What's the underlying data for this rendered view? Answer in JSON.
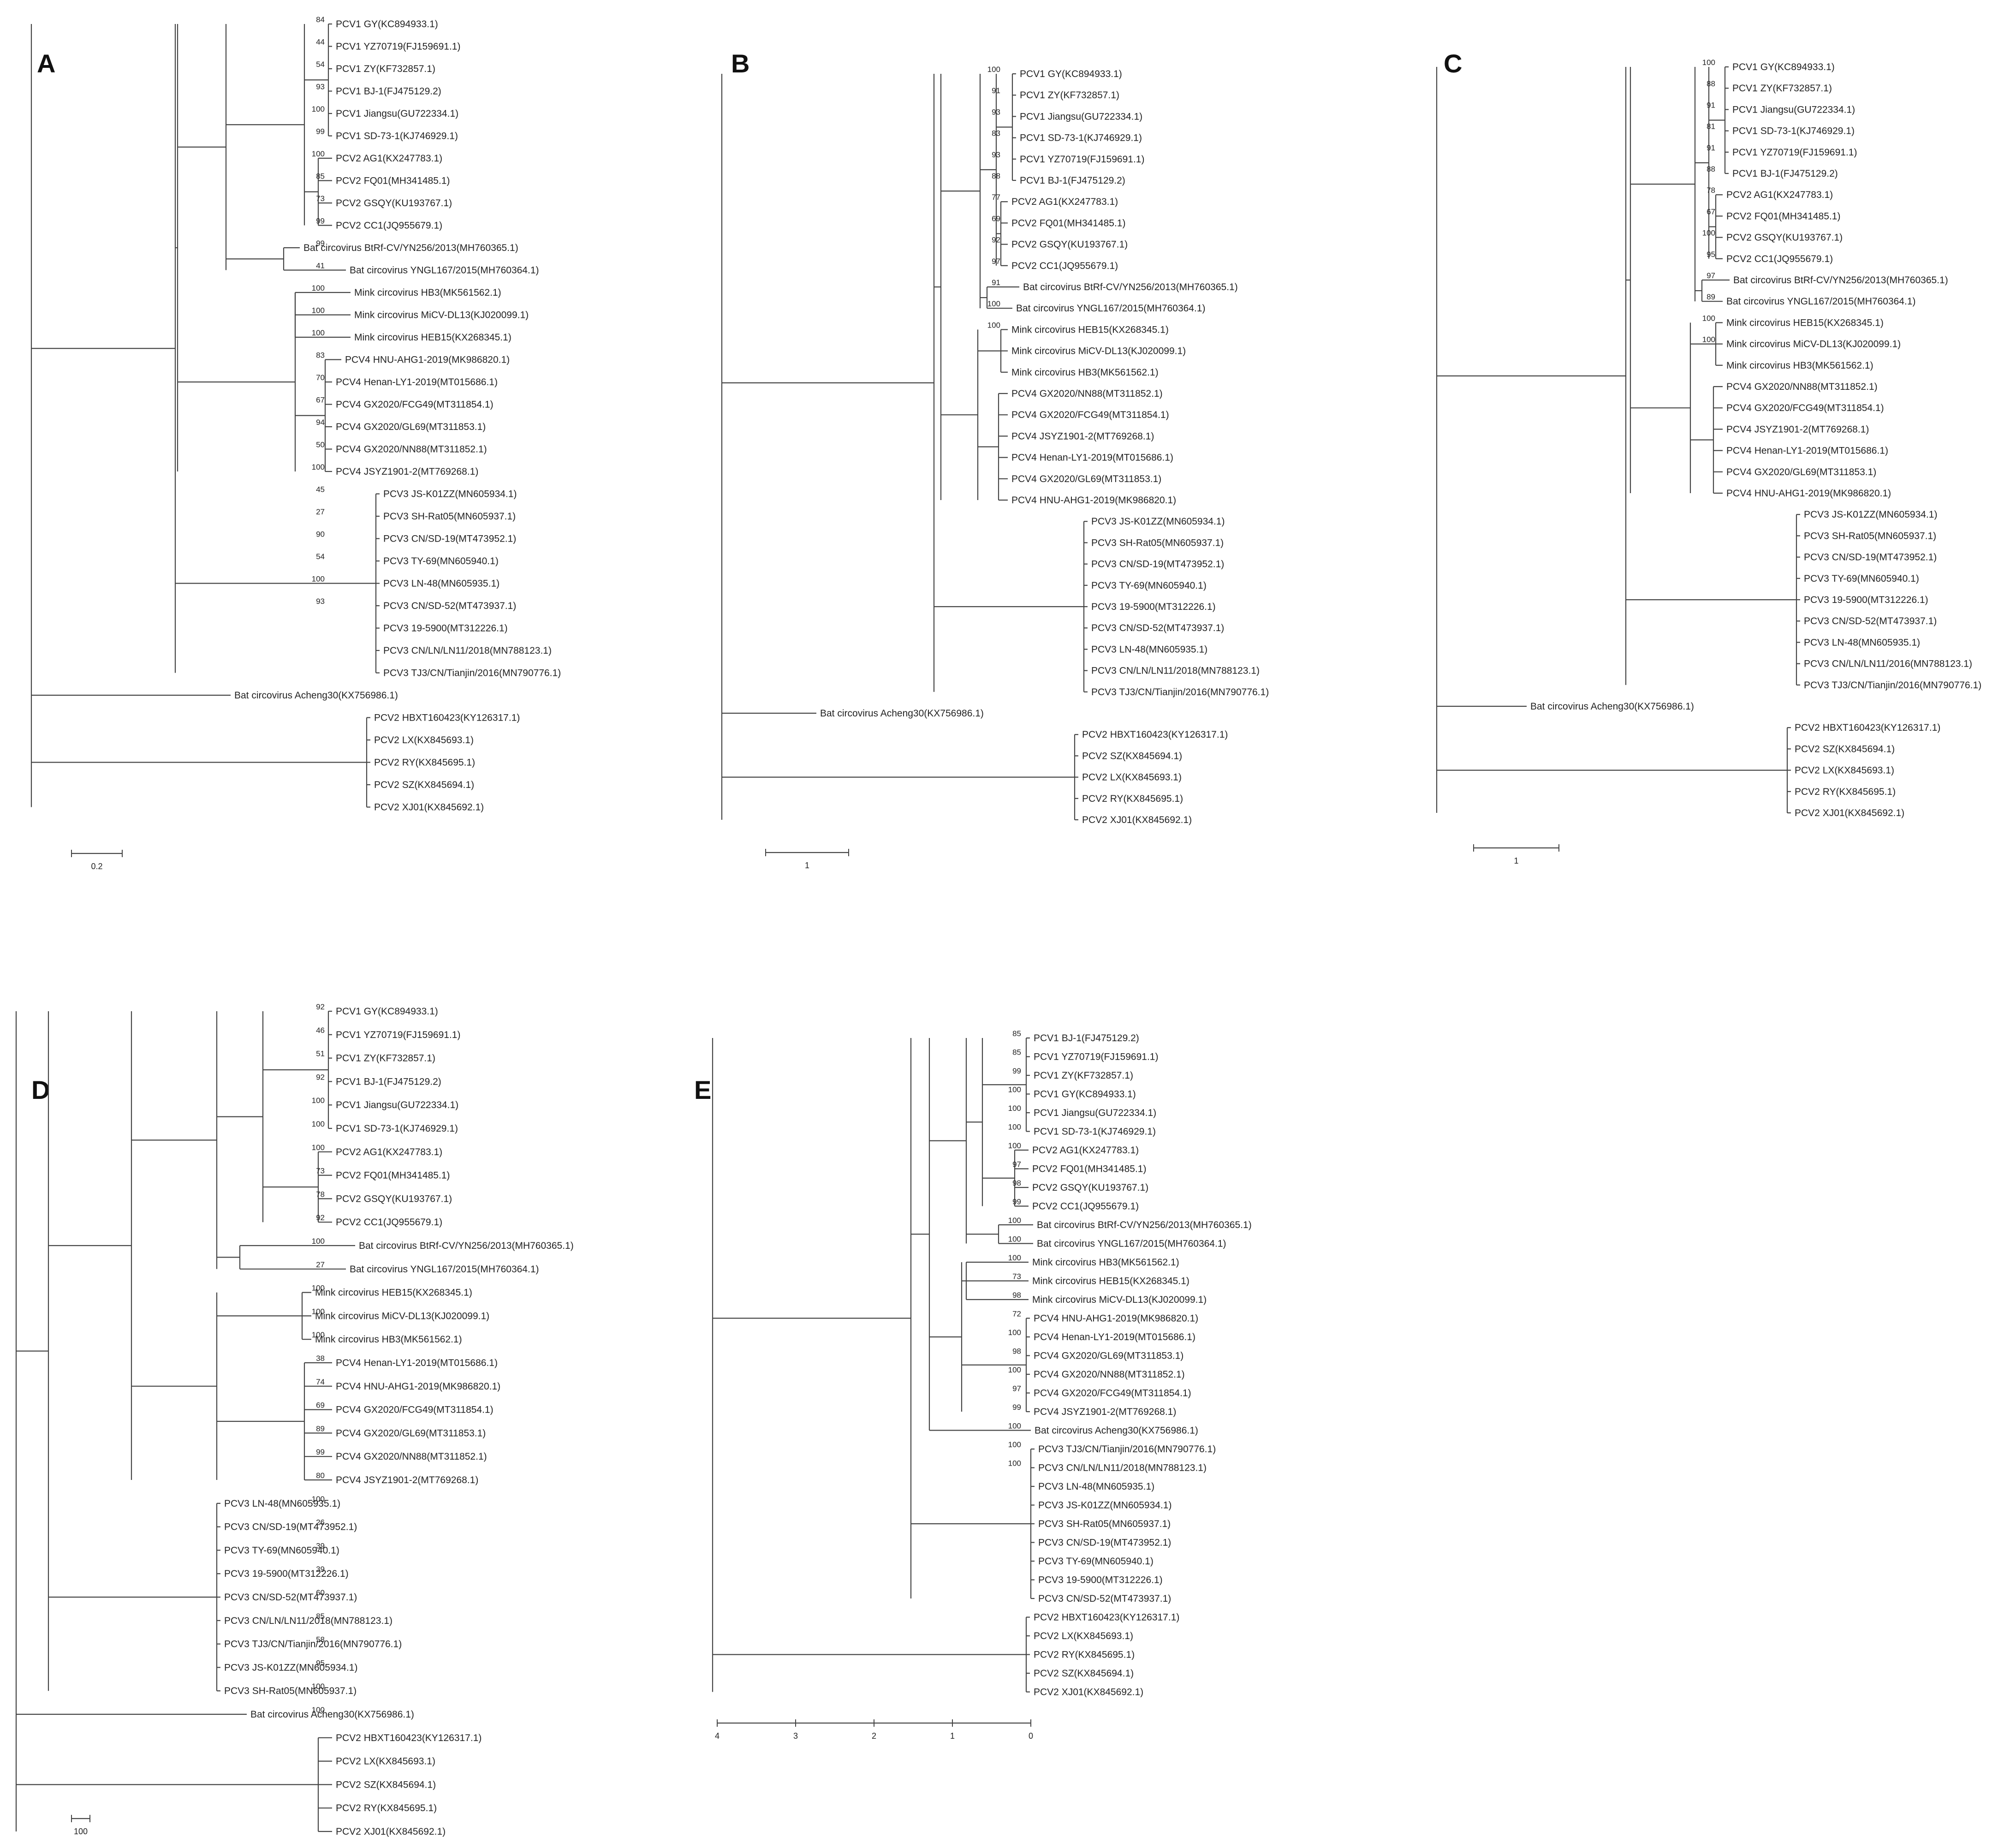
{
  "colors": {
    "branch": "#444444",
    "text": "#222222",
    "background": "#ffffff"
  },
  "panels": [
    {
      "label": "A",
      "scale": {
        "label": "0.2"
      },
      "leaves": [
        "PCV1 GY(KC894933.1)",
        "PCV1 YZ70719(FJ159691.1)",
        "PCV1 ZY(KF732857.1)",
        "PCV1 BJ-1(FJ475129.2)",
        "PCV1 Jiangsu(GU722334.1)",
        "PCV1 SD-73-1(KJ746929.1)",
        "PCV2 AG1(KX247783.1)",
        "PCV2 FQ01(MH341485.1)",
        "PCV2 GSQY(KU193767.1)",
        "PCV2 CC1(JQ955679.1)",
        "Bat circovirus BtRf-CV/YN256/2013(MH760365.1)",
        "Bat circovirus YNGL167/2015(MH760364.1)",
        "Mink circovirus HB3(MK561562.1)",
        "Mink circovirus MiCV-DL13(KJ020099.1)",
        "Mink circovirus HEB15(KX268345.1)",
        "PCV4 HNU-AHG1-2019(MK986820.1)",
        "PCV4 Henan-LY1-2019(MT015686.1)",
        "PCV4 GX2020/FCG49(MT311854.1)",
        "PCV4 GX2020/GL69(MT311853.1)",
        "PCV4 GX2020/NN88(MT311852.1)",
        "PCV4 JSYZ1901-2(MT769268.1)",
        "PCV3 JS-K01ZZ(MN605934.1)",
        "PCV3 SH-Rat05(MN605937.1)",
        "PCV3 CN/SD-19(MT473952.1)",
        "PCV3 TY-69(MN605940.1)",
        "PCV3 LN-48(MN605935.1)",
        "PCV3 CN/SD-52(MT473937.1)",
        "PCV3 19-5900(MT312226.1)",
        "PCV3 CN/LN/LN11/2018(MN788123.1)",
        "PCV3 TJ3/CN/Tianjin/2016(MN790776.1)",
        "Bat circovirus Acheng30(KX756986.1)",
        "PCV2 HBXT160423(KY126317.1)",
        "PCV2 LX(KX845693.1)",
        "PCV2 RY(KX845695.1)",
        "PCV2 SZ(KX845694.1)",
        "PCV2 XJ01(KX845692.1)"
      ],
      "bootstraps": [
        "84",
        "44",
        "54",
        "93",
        "100",
        "99",
        "100",
        "85",
        "73",
        "99",
        "99",
        "41",
        "100",
        "100",
        "100",
        "83",
        "70",
        "67",
        "94",
        "50",
        "100",
        "45",
        "27",
        "90",
        "54",
        "100",
        "93"
      ]
    },
    {
      "label": "B",
      "scale": {
        "label": "1"
      },
      "leaves": [
        "PCV1 GY(KC894933.1)",
        "PCV1 ZY(KF732857.1)",
        "PCV1 Jiangsu(GU722334.1)",
        "PCV1 SD-73-1(KJ746929.1)",
        "PCV1 YZ70719(FJ159691.1)",
        "PCV1 BJ-1(FJ475129.2)",
        "PCV2 AG1(KX247783.1)",
        "PCV2 FQ01(MH341485.1)",
        "PCV2 GSQY(KU193767.1)",
        "PCV2 CC1(JQ955679.1)",
        "Bat circovirus BtRf-CV/YN256/2013(MH760365.1)",
        "Bat circovirus YNGL167/2015(MH760364.1)",
        "Mink circovirus HEB15(KX268345.1)",
        "Mink circovirus MiCV-DL13(KJ020099.1)",
        "Mink circovirus HB3(MK561562.1)",
        "PCV4 GX2020/NN88(MT311852.1)",
        "PCV4 GX2020/FCG49(MT311854.1)",
        "PCV4 JSYZ1901-2(MT769268.1)",
        "PCV4 Henan-LY1-2019(MT015686.1)",
        "PCV4 GX2020/GL69(MT311853.1)",
        "PCV4 HNU-AHG1-2019(MK986820.1)",
        "PCV3 JS-K01ZZ(MN605934.1)",
        "PCV3 SH-Rat05(MN605937.1)",
        "PCV3 CN/SD-19(MT473952.1)",
        "PCV3 TY-69(MN605940.1)",
        "PCV3 19-5900(MT312226.1)",
        "PCV3 CN/SD-52(MT473937.1)",
        "PCV3 LN-48(MN605935.1)",
        "PCV3 CN/LN/LN11/2018(MN788123.1)",
        "PCV3 TJ3/CN/Tianjin/2016(MN790776.1)",
        "Bat circovirus Acheng30(KX756986.1)",
        "PCV2 HBXT160423(KY126317.1)",
        "PCV2 SZ(KX845694.1)",
        "PCV2 LX(KX845693.1)",
        "PCV2 RY(KX845695.1)",
        "PCV2 XJ01(KX845692.1)"
      ],
      "bootstraps": [
        "100",
        "91",
        "93",
        "83",
        "93",
        "88",
        "77",
        "69",
        "92",
        "97",
        "91",
        "100",
        "100"
      ]
    },
    {
      "label": "C",
      "scale": {
        "label": "1"
      },
      "leaves": [
        "PCV1 GY(KC894933.1)",
        "PCV1 ZY(KF732857.1)",
        "PCV1 Jiangsu(GU722334.1)",
        "PCV1 SD-73-1(KJ746929.1)",
        "PCV1 YZ70719(FJ159691.1)",
        "PCV1 BJ-1(FJ475129.2)",
        "PCV2 AG1(KX247783.1)",
        "PCV2 FQ01(MH341485.1)",
        "PCV2 GSQY(KU193767.1)",
        "PCV2 CC1(JQ955679.1)",
        "Bat circovirus BtRf-CV/YN256/2013(MH760365.1)",
        "Bat circovirus YNGL167/2015(MH760364.1)",
        "Mink circovirus HEB15(KX268345.1)",
        "Mink circovirus MiCV-DL13(KJ020099.1)",
        "Mink circovirus HB3(MK561562.1)",
        "PCV4 GX2020/NN88(MT311852.1)",
        "PCV4 GX2020/FCG49(MT311854.1)",
        "PCV4 JSYZ1901-2(MT769268.1)",
        "PCV4 Henan-LY1-2019(MT015686.1)",
        "PCV4 GX2020/GL69(MT311853.1)",
        "PCV4 HNU-AHG1-2019(MK986820.1)",
        "PCV3 JS-K01ZZ(MN605934.1)",
        "PCV3 SH-Rat05(MN605937.1)",
        "PCV3 CN/SD-19(MT473952.1)",
        "PCV3 TY-69(MN605940.1)",
        "PCV3 19-5900(MT312226.1)",
        "PCV3 CN/SD-52(MT473937.1)",
        "PCV3 LN-48(MN605935.1)",
        "PCV3 CN/LN/LN11/2016(MN788123.1)",
        "PCV3 TJ3/CN/Tianjin/2016(MN790776.1)",
        "Bat circovirus Acheng30(KX756986.1)",
        "PCV2 HBXT160423(KY126317.1)",
        "PCV2 SZ(KX845694.1)",
        "PCV2 LX(KX845693.1)",
        "PCV2 RY(KX845695.1)",
        "PCV2 XJ01(KX845692.1)"
      ],
      "bootstraps": [
        "100",
        "88",
        "91",
        "81",
        "91",
        "88",
        "78",
        "67",
        "100",
        "95",
        "97",
        "89",
        "100",
        "100"
      ]
    },
    {
      "label": "D",
      "scale": {
        "label": "100"
      },
      "leaves": [
        "PCV1 GY(KC894933.1)",
        "PCV1 YZ70719(FJ159691.1)",
        "PCV1 ZY(KF732857.1)",
        "PCV1 BJ-1(FJ475129.2)",
        "PCV1 Jiangsu(GU722334.1)",
        "PCV1 SD-73-1(KJ746929.1)",
        "PCV2 AG1(KX247783.1)",
        "PCV2 FQ01(MH341485.1)",
        "PCV2 GSQY(KU193767.1)",
        "PCV2 CC1(JQ955679.1)",
        "Bat circovirus BtRf-CV/YN256/2013(MH760365.1)",
        "Bat circovirus YNGL167/2015(MH760364.1)",
        "Mink circovirus HEB15(KX268345.1)",
        "Mink circovirus MiCV-DL13(KJ020099.1)",
        "Mink circovirus HB3(MK561562.1)",
        "PCV4 Henan-LY1-2019(MT015686.1)",
        "PCV4 HNU-AHG1-2019(MK986820.1)",
        "PCV4 GX2020/FCG49(MT311854.1)",
        "PCV4 GX2020/GL69(MT311853.1)",
        "PCV4 GX2020/NN88(MT311852.1)",
        "PCV4 JSYZ1901-2(MT769268.1)",
        "PCV3 LN-48(MN605935.1)",
        "PCV3 CN/SD-19(MT473952.1)",
        "PCV3 TY-69(MN605940.1)",
        "PCV3 19-5900(MT312226.1)",
        "PCV3 CN/SD-52(MT473937.1)",
        "PCV3 CN/LN/LN11/2018(MN788123.1)",
        "PCV3 TJ3/CN/Tianjin/2016(MN790776.1)",
        "PCV3 JS-K01ZZ(MN605934.1)",
        "PCV3 SH-Rat05(MN605937.1)",
        "Bat circovirus Acheng30(KX756986.1)",
        "PCV2 HBXT160423(KY126317.1)",
        "PCV2 LX(KX845693.1)",
        "PCV2 SZ(KX845694.1)",
        "PCV2 RY(KX845695.1)",
        "PCV2 XJ01(KX845692.1)"
      ],
      "bootstraps": [
        "92",
        "46",
        "51",
        "92",
        "100",
        "100",
        "100",
        "73",
        "78",
        "92",
        "100",
        "27",
        "100",
        "100",
        "100",
        "38",
        "74",
        "69",
        "89",
        "99",
        "80",
        "100",
        "26",
        "39",
        "39",
        "60",
        "85",
        "58",
        "95",
        "100",
        "100"
      ]
    },
    {
      "label": "E",
      "scale": {
        "ticks": [
          "4",
          "3",
          "2",
          "1",
          "0"
        ]
      },
      "leaves": [
        "PCV1 BJ-1(FJ475129.2)",
        "PCV1 YZ70719(FJ159691.1)",
        "PCV1 ZY(KF732857.1)",
        "PCV1 GY(KC894933.1)",
        "PCV1 Jiangsu(GU722334.1)",
        "PCV1 SD-73-1(KJ746929.1)",
        "PCV2 AG1(KX247783.1)",
        "PCV2 FQ01(MH341485.1)",
        "PCV2 GSQY(KU193767.1)",
        "PCV2 CC1(JQ955679.1)",
        "Bat circovirus BtRf-CV/YN256/2013(MH760365.1)",
        "Bat circovirus YNGL167/2015(MH760364.1)",
        "Mink circovirus HB3(MK561562.1)",
        "Mink circovirus HEB15(KX268345.1)",
        "Mink circovirus MiCV-DL13(KJ020099.1)",
        "PCV4 HNU-AHG1-2019(MK986820.1)",
        "PCV4 Henan-LY1-2019(MT015686.1)",
        "PCV4 GX2020/GL69(MT311853.1)",
        "PCV4 GX2020/NN88(MT311852.1)",
        "PCV4 GX2020/FCG49(MT311854.1)",
        "PCV4 JSYZ1901-2(MT769268.1)",
        "Bat circovirus Acheng30(KX756986.1)",
        "PCV3 TJ3/CN/Tianjin/2016(MN790776.1)",
        "PCV3 CN/LN/LN11/2018(MN788123.1)",
        "PCV3 LN-48(MN605935.1)",
        "PCV3 JS-K01ZZ(MN605934.1)",
        "PCV3 SH-Rat05(MN605937.1)",
        "PCV3 CN/SD-19(MT473952.1)",
        "PCV3 TY-69(MN605940.1)",
        "PCV3 19-5900(MT312226.1)",
        "PCV3 CN/SD-52(MT473937.1)",
        "PCV2 HBXT160423(KY126317.1)",
        "PCV2 LX(KX845693.1)",
        "PCV2 RY(KX845695.1)",
        "PCV2 SZ(KX845694.1)",
        "PCV2 XJ01(KX845692.1)"
      ],
      "bootstraps": [
        "85",
        "85",
        "99",
        "100",
        "100",
        "100",
        "100",
        "97",
        "98",
        "99",
        "100",
        "100",
        "100",
        "73",
        "98",
        "72",
        "100",
        "98",
        "100",
        "97",
        "99",
        "100",
        "100",
        "100"
      ]
    }
  ]
}
